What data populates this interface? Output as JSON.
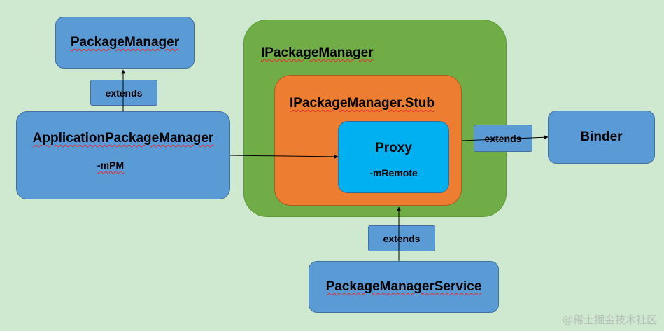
{
  "nodes": {
    "package_manager": "PackageManager",
    "extends_top": "extends",
    "application_package_manager": "ApplicationPackageManager",
    "application_package_manager_field": "-mPM",
    "ipackage_manager": "IPackageManager",
    "ipackage_manager_stub": "IPackageManager.Stub",
    "proxy": "Proxy",
    "proxy_field": "-mRemote",
    "extends_right": "extends",
    "binder": "Binder",
    "extends_bottom": "extends",
    "package_manager_service": "PackageManagerService"
  },
  "colors": {
    "background": "#cfe9d1",
    "class_box": "#5b9bd5",
    "interface_container": "#70ad47",
    "stub_container": "#ed7d31",
    "proxy_box": "#00b0f0"
  },
  "watermark": "@稀土掘金技术社区"
}
